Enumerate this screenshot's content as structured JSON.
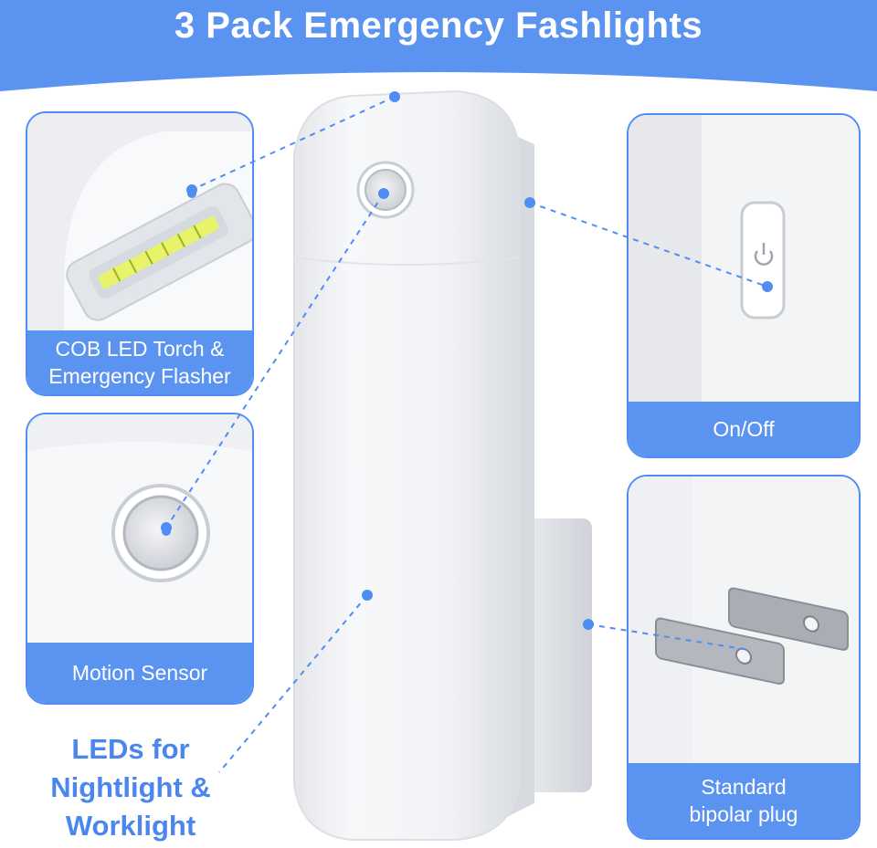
{
  "header": {
    "title": "3 Pack Emergency Fashlights"
  },
  "features": {
    "cob": {
      "line1": "COB LED Torch &",
      "line2": "Emergency Flasher"
    },
    "onoff": {
      "label": "On/Off"
    },
    "motion": {
      "label": "Motion Sensor"
    },
    "plug": {
      "line1": "Standard",
      "line2": "bipolar plug"
    }
  },
  "callout": {
    "line1": "LEDs for",
    "line2": "Nightlight &",
    "line3": "Worklight"
  },
  "colors": {
    "accent": "#5b93f0",
    "callout_text": "#4a86ee",
    "cob_led": "#e8f36a"
  },
  "icons": [
    "power-icon",
    "motion-sensor-icon",
    "cob-led-strip-icon",
    "plug-prongs-icon"
  ]
}
